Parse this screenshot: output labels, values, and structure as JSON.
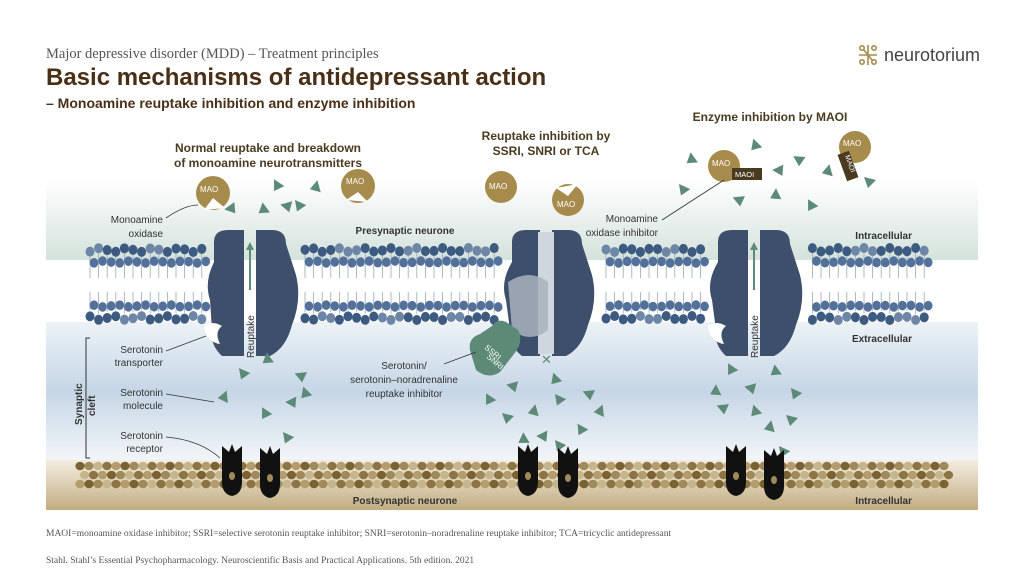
{
  "header": {
    "kicker": "Major depressive disorder (MDD) – Treatment principles",
    "title": "Basic mechanisms of antidepressant action",
    "subtitle": "– Monoamine reuptake inhibition and enzyme inhibition"
  },
  "logo": {
    "text": "neurotorium",
    "icon": "neuron-grid-icon"
  },
  "panels": {
    "normal": {
      "line1": "Normal reuptake and breakdown",
      "line2": "of monoamine neurotransmitters"
    },
    "reuptake": {
      "line1": "Reuptake inhibition by",
      "line2": "SSRI, SNRI or TCA"
    },
    "enzyme": {
      "line1": "Enzyme inhibition by MAOI"
    }
  },
  "labels": {
    "mao": "MAO",
    "maoi": "MAOI",
    "ssri": "SSRI",
    "snri": "SNRI",
    "reuptake": "Reuptake",
    "monoamine_oxidase_1": "Monoamine",
    "monoamine_oxidase_2": "oxidase",
    "presynaptic": "Presynaptic neurone",
    "postsynaptic": "Postsynaptic neurone",
    "intracellular": "Intracellular",
    "extracellular": "Extracellular",
    "maoi_label_1": "Monoamine",
    "maoi_label_2": "oxidase inhibitor",
    "transporter_1": "Serotonin",
    "transporter_2": "transporter",
    "molecule_1": "Serotonin",
    "molecule_2": "molecule",
    "receptor_1": "Serotonin",
    "receptor_2": "receptor",
    "synaptic_1": "Synaptic",
    "synaptic_2": "cleft",
    "inhibitor_1": "Serotonin/",
    "inhibitor_2": "serotonin–noradrenaline",
    "inhibitor_3": "reuptake inhibitor"
  },
  "colors": {
    "transporter": "#3d4f6b",
    "serotonin": "#5d8a76",
    "mao": "#a68b4c",
    "membrane_head": "#3d5a80",
    "post_membrane": "#a08a5c",
    "receptor": "#111111"
  },
  "footnote": "MAOI=monoamine oxidase inhibitor; SSRI=selective serotonin reuptake inhibitor; SNRI=serotonin–noradrenaline reuptake inhibitor; TCA=tricyclic antidepressant",
  "reference": "Stahl. Stahl’s Essential Psychopharmacology. Neuroscientific Basis and Practical Applications. 5th edition. 2021"
}
